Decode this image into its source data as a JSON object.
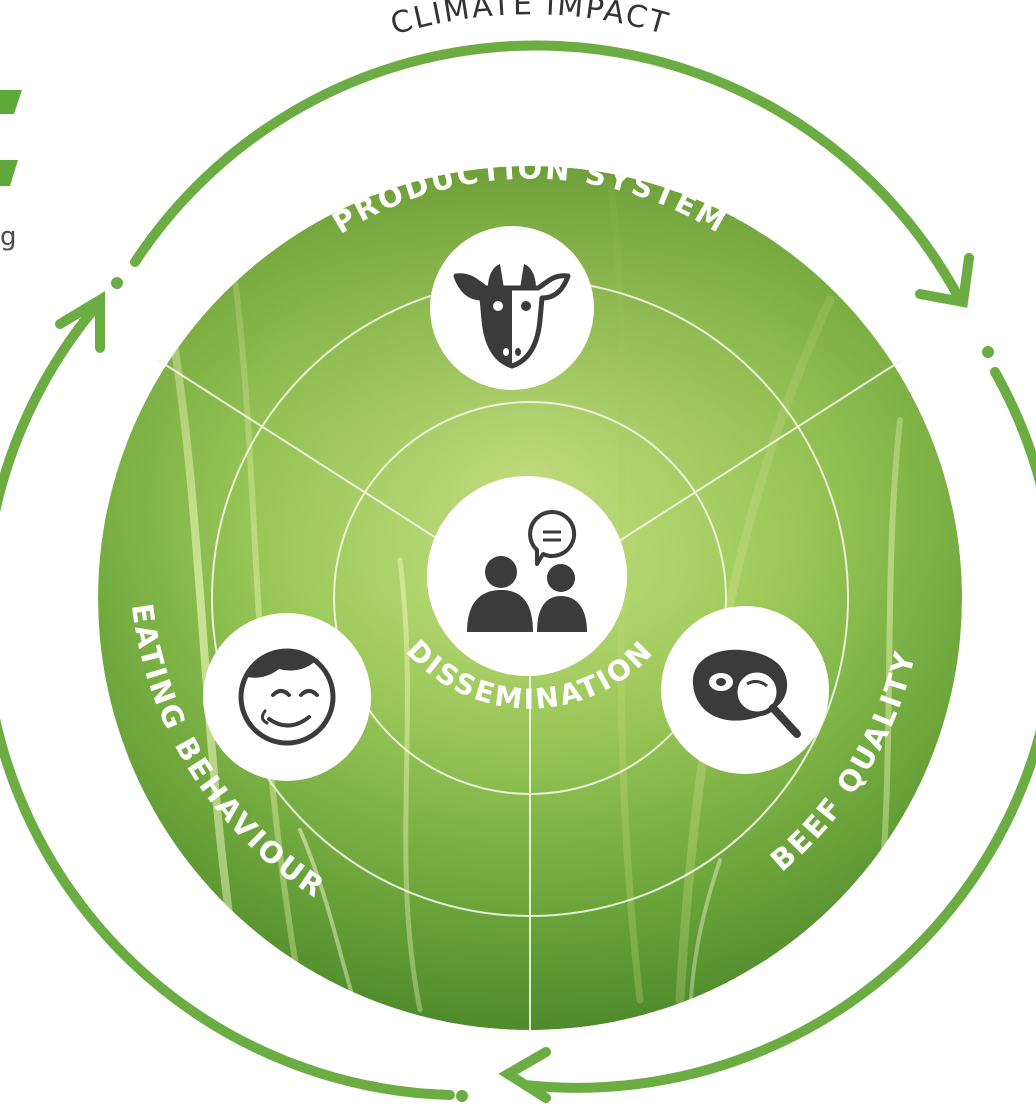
{
  "outer_label": "CLIMATE IMPACT",
  "segments": {
    "top": "PRODUCTION SYSTEM",
    "left": "EATING BEHAVIOUR",
    "right": "BEEF QUALITY",
    "center": "DISSEMINATION"
  },
  "edge_fragment": "g",
  "icons": {
    "top": "cow-icon",
    "left": "smiling-face-icon",
    "right": "steak-magnifier-icon",
    "center": "people-speech-bubble-icon"
  },
  "colors": {
    "arrow_green": "#6cad43",
    "line_white": "#f2f7e8",
    "icon_grey": "#3b3b3b",
    "edge_green": "#5fa83a"
  }
}
